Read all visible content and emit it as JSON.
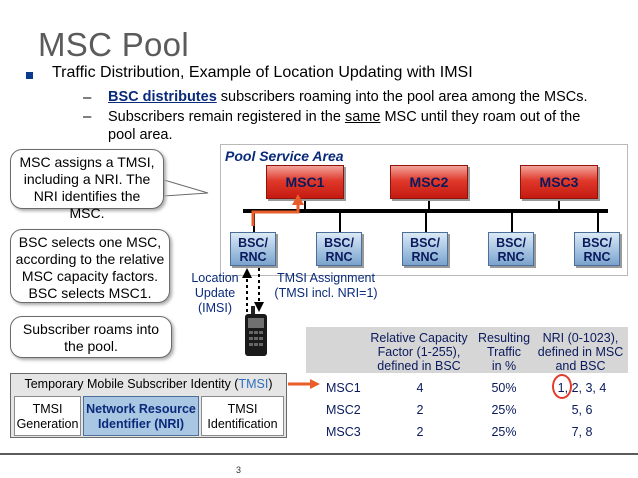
{
  "slide": {
    "title": "MSC Pool",
    "bullet": "Traffic Distribution, Example of Location Updating with IMSI",
    "sub1_bold": "BSC distributes",
    "sub1_rest": " subscribers roaming into the pool area among the MSCs.",
    "sub2_pre": "Subscribers remain registered in the ",
    "sub2_underline": "same",
    "sub2_post": " MSC until they roam out of the pool area.",
    "dash": "–",
    "page_number": "3"
  },
  "pool": {
    "label": "Pool Service Area",
    "mscs": [
      "MSC1",
      "MSC2",
      "MSC3"
    ],
    "bsc_line1": "BSC/",
    "bsc_line2": "RNC",
    "location_update": "Location\nUpdate\n(IMSI)",
    "tmsi_assignment": "TMSI Assignment\n(TMSI incl. NRI=1)",
    "colors": {
      "msc": "#e03a2c",
      "bsc": "#a9c6e3",
      "arrow": "#e95d2a",
      "text_blue": "#0a2a7a"
    }
  },
  "callouts": {
    "msc_assigns": "MSC assigns a TMSI, including a NRI. The NRI identifies the MSC.",
    "bsc_selects": "BSC selects one MSC, according to the relative MSC capacity factors. BSC selects MSC1.",
    "subscriber_roams": "Subscriber roams into the pool."
  },
  "identity": {
    "header_pre": "Temporary Mobile Subscriber Identity (",
    "header_hl": "TMSI",
    "header_post": ")",
    "cell1": "TMSI\nGeneration",
    "cell2": "Network Resource\nIdentifier (NRI)",
    "cell3": "TMSI\nIdentification"
  },
  "table": {
    "headers": [
      "Relative Capacity\nFactor (1-255),\ndefined in BSC",
      "Resulting\nTraffic\nin %",
      "NRI (0-1023),\ndefined in MSC\nand BSC"
    ],
    "rows": [
      [
        "MSC1",
        "4",
        "50%",
        "1, 2, 3, 4"
      ],
      [
        "MSC2",
        "2",
        "25%",
        "5, 6"
      ],
      [
        "MSC3",
        "2",
        "25%",
        "7, 8"
      ]
    ]
  }
}
